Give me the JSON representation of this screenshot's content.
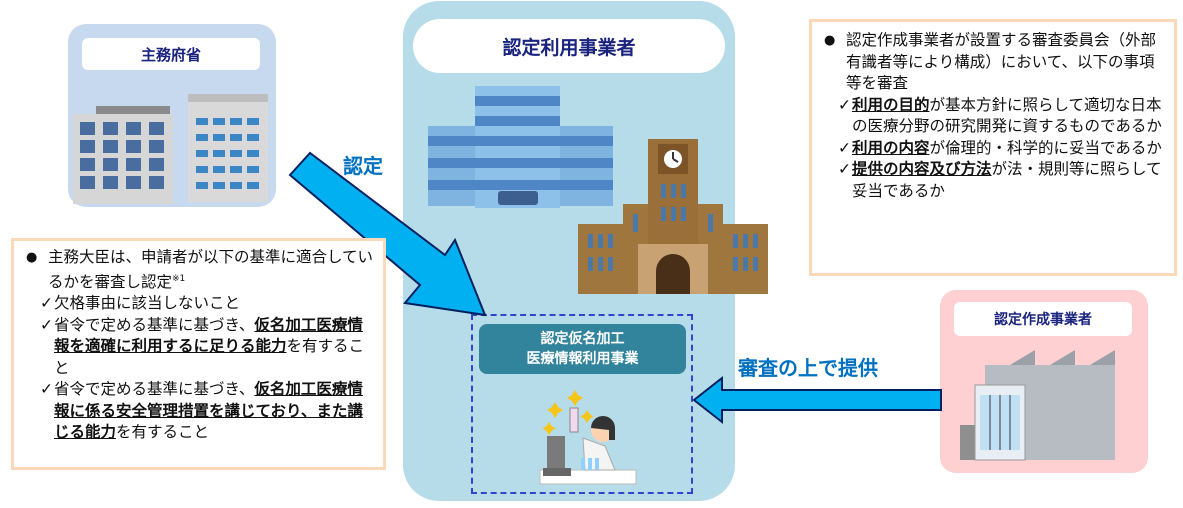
{
  "ministry": {
    "label": "主務府省",
    "icon": "office-buildings-icon"
  },
  "certified_user": {
    "title": "認定利用事業者",
    "icons": [
      "office-building-icon",
      "university-clock-tower-icon"
    ],
    "business_badge": {
      "line1": "認定仮名加工",
      "line2": "医療情報利用事業"
    },
    "illustration": "scientist-with-microscope-icon"
  },
  "certified_creator": {
    "label": "認定作成事業者",
    "icon": "data-center-buildings-icon"
  },
  "arrows": {
    "certification_label": "認定",
    "provision_label": "審査の上で提供"
  },
  "colors": {
    "arrow_fill": "#00b0f0",
    "arrow_stroke": "#002060",
    "label_text": "#1a237e",
    "arrow_text": "#0070c0",
    "ministry_bg": "#c6d9ef",
    "user_panel_bg": "#b5dce8",
    "creator_bg": "#ffd0d2",
    "note_border": "#fbd8b8",
    "badge_bg": "#31849b"
  },
  "left_note": {
    "bullet": "●",
    "intro": "主務大臣は、申請者が以下の基準に適合しているかを審査し認定",
    "footnote_mark": "※1",
    "checks": [
      {
        "mark": "✓",
        "plain_before": "欠格事由に該当しないこと",
        "bold": "",
        "plain_after": ""
      },
      {
        "mark": "✓",
        "plain_before": "省令で定める基準に基づき、",
        "bold": "仮名加工医療情報を適確に利用するに足りる能力",
        "plain_after": "を有すること"
      },
      {
        "mark": "✓",
        "plain_before": "省令で定める基準に基づき、",
        "bold": "仮名加工医療情報に係る安全管理措置を講じており、また講じる能力",
        "plain_after": "を有すること"
      }
    ]
  },
  "right_note": {
    "bullet": "●",
    "intro": "認定作成事業者が設置する審査委員会（外部有識者等により構成）において、以下の事項等を審査",
    "checks": [
      {
        "mark": "✓",
        "bold": "利用の目的",
        "plain_after": "が基本方針に照らして適切な日本の医療分野の研究開発に資するものであるか"
      },
      {
        "mark": "✓",
        "bold": "利用の内容",
        "plain_after": "が倫理的・科学的に妥当であるか"
      },
      {
        "mark": "✓",
        "bold": "提供の内容及び方法",
        "plain_after": "が法・規則等に照らして妥当であるか"
      }
    ]
  }
}
